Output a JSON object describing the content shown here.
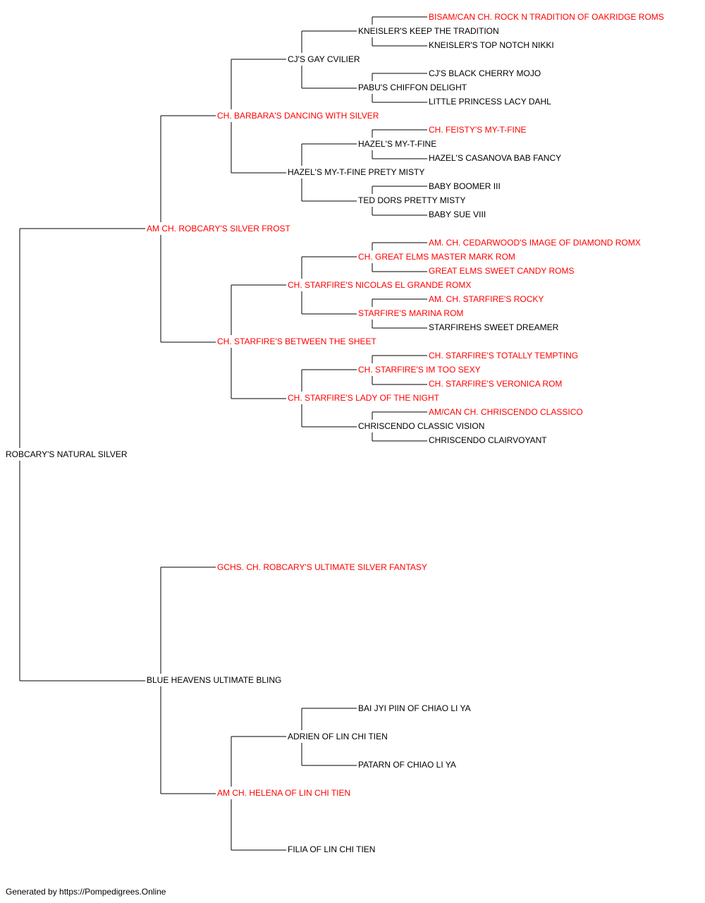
{
  "colors": {
    "titled": "#ff0000",
    "plain": "#000000",
    "connector": "#000000"
  },
  "pedigree": {
    "name": "ROBCARY'S NATURAL SILVER",
    "titled": false,
    "sire": {
      "name": "AM CH. ROBCARY'S SILVER FROST",
      "titled": true,
      "sire": {
        "name": "CH. BARBARA'S DANCING WITH SILVER",
        "titled": true,
        "sire": {
          "name": "CJ'S GAY CVILIER",
          "titled": false,
          "sire": {
            "name": "KNEISLER'S KEEP THE TRADITION",
            "titled": false,
            "sire": {
              "name": "BISAM/CAN CH. ROCK N TRADITION OF OAKRIDGE ROMS",
              "titled": true
            },
            "dam": {
              "name": "KNEISLER'S TOP NOTCH NIKKI",
              "titled": false
            }
          },
          "dam": {
            "name": "PABU'S CHIFFON DELIGHT",
            "titled": false,
            "sire": {
              "name": "CJ'S BLACK CHERRY MOJO",
              "titled": false
            },
            "dam": {
              "name": "LITTLE PRINCESS LACY DAHL",
              "titled": false
            }
          }
        },
        "dam": {
          "name": "HAZEL'S MY-T-FINE PRETY MISTY",
          "titled": false,
          "sire": {
            "name": "HAZEL'S MY-T-FINE",
            "titled": false,
            "sire": {
              "name": "CH. FEISTY'S MY-T-FINE",
              "titled": true
            },
            "dam": {
              "name": "HAZEL'S CASANOVA BAB FANCY",
              "titled": false
            }
          },
          "dam": {
            "name": "TED DORS PRETTY MISTY",
            "titled": false,
            "sire": {
              "name": "BABY BOOMER III",
              "titled": false
            },
            "dam": {
              "name": "BABY SUE VIII",
              "titled": false
            }
          }
        }
      },
      "dam": {
        "name": "CH. STARFIRE'S BETWEEN THE SHEET",
        "titled": true,
        "sire": {
          "name": "CH. STARFIRE'S NICOLAS EL GRANDE ROMX",
          "titled": true,
          "sire": {
            "name": "CH. GREAT ELMS MASTER MARK ROM",
            "titled": true,
            "sire": {
              "name": "AM. CH. CEDARWOOD'S IMAGE OF DIAMOND ROMX",
              "titled": true
            },
            "dam": {
              "name": "GREAT ELMS SWEET CANDY ROMS",
              "titled": true
            }
          },
          "dam": {
            "name": "STARFIRE'S MARINA ROM",
            "titled": true,
            "sire": {
              "name": "AM. CH. STARFIRE'S ROCKY",
              "titled": true
            },
            "dam": {
              "name": "STARFIREHS SWEET DREAMER",
              "titled": false
            }
          }
        },
        "dam": {
          "name": "CH. STARFIRE'S LADY OF THE NIGHT",
          "titled": true,
          "sire": {
            "name": "CH. STARFIRE'S IM TOO SEXY",
            "titled": true,
            "sire": {
              "name": "CH. STARFIRE'S TOTALLY TEMPTING",
              "titled": true
            },
            "dam": {
              "name": "CH. STARFIRE'S VERONICA ROM",
              "titled": true
            }
          },
          "dam": {
            "name": "CHRISCENDO CLASSIC VISION",
            "titled": false,
            "sire": {
              "name": "AM/CAN CH. CHRISCENDO CLASSICO",
              "titled": true
            },
            "dam": {
              "name": "CHRISCENDO CLAIRVOYANT",
              "titled": false
            }
          }
        }
      }
    },
    "dam": {
      "name": "BLUE HEAVENS ULTIMATE BLING",
      "titled": false,
      "sire": {
        "name": "GCHS. CH. ROBCARY'S ULTIMATE SILVER FANTASY",
        "titled": true
      },
      "dam": {
        "name": "AM CH. HELENA OF LIN CHI TIEN",
        "titled": true,
        "sire": {
          "name": "ADRIEN OF LIN CHI TIEN",
          "titled": false,
          "sire": {
            "name": "BAI JYI PIIN OF CHIAO LI YA",
            "titled": false
          },
          "dam": {
            "name": "PATARN OF CHIAO LI YA",
            "titled": false
          }
        },
        "dam": {
          "name": "FILIA OF LIN CHI TIEN",
          "titled": false
        }
      }
    }
  },
  "footer": {
    "text": "Generated by https://Pompedigrees.Online"
  }
}
